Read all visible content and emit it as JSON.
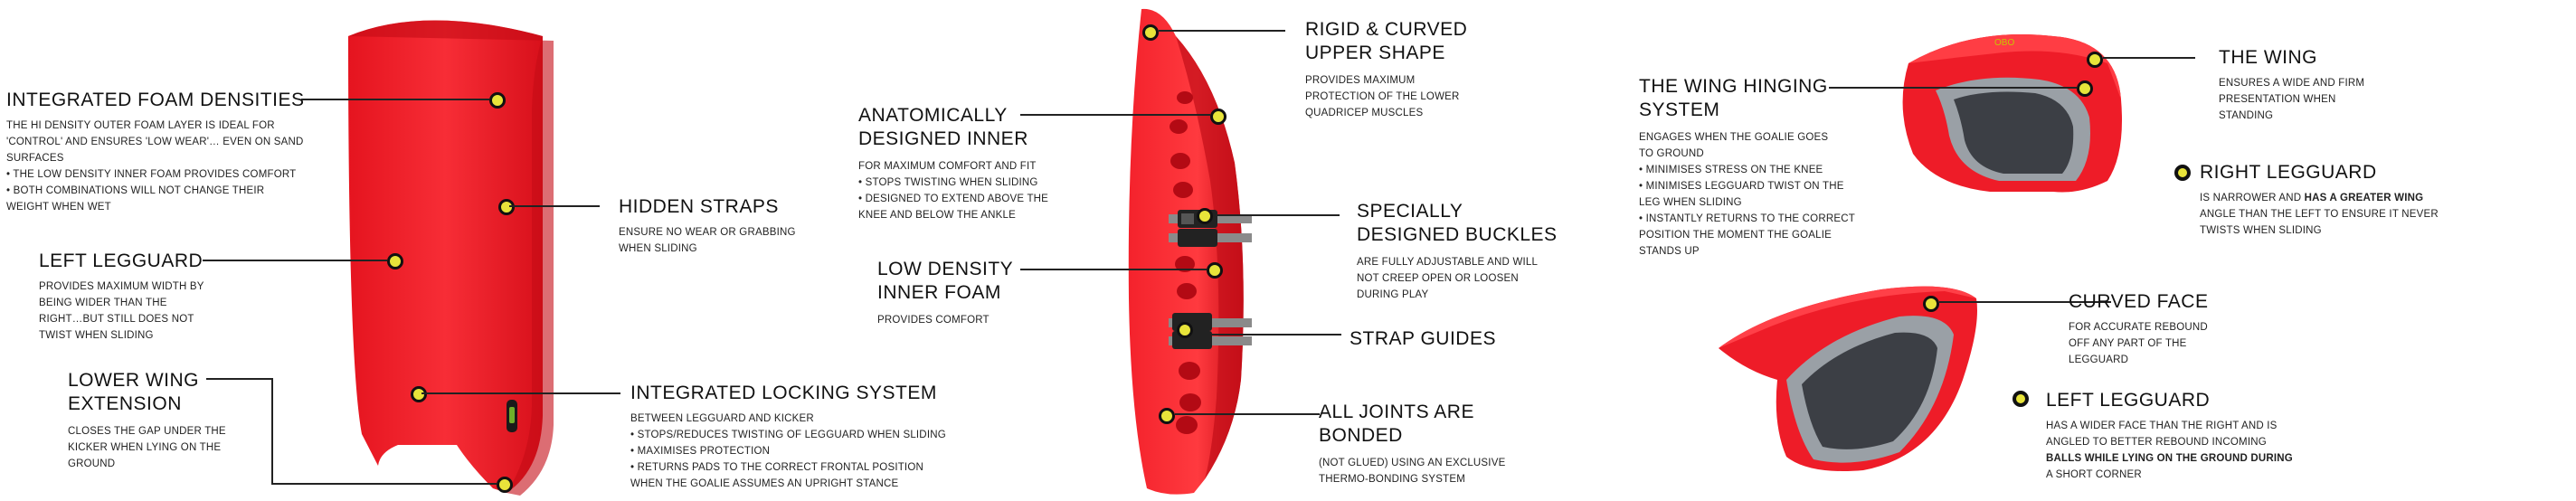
{
  "left_panel": {
    "foam_densities": {
      "title": "INTEGRATED FOAM DENSITIES",
      "lines": [
        "THE HI DENSITY OUTER FOAM LAYER IS IDEAL FOR",
        "'CONTROL' AND ENSURES 'LOW WEAR'… EVEN ON SAND",
        "SURFACES",
        "• THE LOW DENSITY INNER FOAM PROVIDES COMFORT",
        "• BOTH COMBINATIONS WILL NOT CHANGE THEIR",
        "WEIGHT  WHEN WET"
      ]
    },
    "hidden_straps": {
      "title": "HIDDEN STRAPS",
      "lines": [
        "ENSURE NO WEAR OR GRABBING",
        "WHEN SLIDING"
      ]
    },
    "left_legguard": {
      "title": "LEFT LEGGUARD",
      "lines": [
        "PROVIDES MAXIMUM WIDTH BY",
        "BEING WIDER THAN THE",
        "RIGHT…BUT STILL DOES NOT",
        "TWIST WHEN SLIDING"
      ]
    },
    "lower_wing": {
      "title_lines": [
        "LOWER WING",
        "EXTENSION"
      ],
      "lines": [
        "CLOSES THE GAP UNDER THE",
        "KICKER WHEN LYING ON THE",
        "GROUND"
      ]
    },
    "locking_system": {
      "title": "INTEGRATED LOCKING SYSTEM",
      "lines": [
        "BETWEEN LEGGUARD AND KICKER",
        " • STOPS/REDUCES TWISTING OF LEGGUARD WHEN SLIDING",
        " • MAXIMISES PROTECTION",
        " • RETURNS PADS TO THE CORRECT FRONTAL POSITION",
        "WHEN THE GOALIE ASSUMES AN UPRIGHT STANCE"
      ]
    }
  },
  "middle_panel": {
    "upper_shape": {
      "title_lines": [
        "RIGID & CURVED",
        "UPPER SHAPE"
      ],
      "lines": [
        "PROVIDES MAXIMUM",
        "PROTECTION OF THE LOWER",
        "QUADRICEP MUSCLES"
      ]
    },
    "inner": {
      "title_lines": [
        "ANATOMICALLY",
        "DESIGNED INNER"
      ],
      "lines": [
        "FOR MAXIMUM COMFORT AND FIT",
        " • STOPS TWISTING WHEN SLIDING",
        " • DESIGNED TO EXTEND ABOVE THE",
        "KNEE AND BELOW THE ANKLE"
      ]
    },
    "buckles": {
      "title_lines": [
        "SPECIALLY",
        "DESIGNED BUCKLES"
      ],
      "lines": [
        "ARE FULLY ADJUSTABLE AND WILL",
        "NOT CREEP OPEN OR LOOSEN",
        "DURING PLAY"
      ]
    },
    "inner_foam": {
      "title_lines": [
        "LOW DENSITY",
        "INNER FOAM"
      ],
      "lines": [
        "PROVIDES COMFORT"
      ]
    },
    "strap_guides": {
      "title": "STRAP GUIDES"
    },
    "joints": {
      "title_lines": [
        "ALL JOINTS ARE",
        "BONDED"
      ],
      "lines": [
        "(NOT GLUED) USING AN EXCLUSIVE",
        "THERMO-BONDING SYSTEM"
      ]
    }
  },
  "right_panel": {
    "wing_hinging": {
      "title_lines": [
        "THE WING HINGING",
        "SYSTEM"
      ],
      "lines": [
        "ENGAGES WHEN THE GOALIE GOES",
        "TO GROUND",
        " • MINIMISES STRESS ON THE KNEE",
        " • MINIMISES LEGGUARD TWIST ON THE",
        "LEG WHEN SLIDING",
        " • INSTANTLY RETURNS TO THE CORRECT",
        "POSITION THE MOMENT THE GOALIE",
        "STANDS UP"
      ]
    },
    "the_wing": {
      "title": "THE WING",
      "lines": [
        "ENSURES A WIDE AND FIRM",
        "PRESENTATION WHEN",
        "STANDING"
      ]
    },
    "right_legguard": {
      "title": "RIGHT LEGGUARD",
      "line1_pre": "IS NARROWER AND ",
      "line1_bold": "HAS A GREATER WING",
      "lines": [
        "ANGLE THAN THE LEFT TO ENSURE IT NEVER",
        "TWISTS WHEN SLIDING"
      ]
    },
    "curved_face": {
      "title": "CURVED FACE",
      "lines": [
        "FOR ACCURATE REBOUND",
        "OFF ANY PART OF THE",
        "LEGGUARD"
      ]
    },
    "left_legguard": {
      "title": "LEFT LEGGUARD",
      "lines": [
        "HAS A WIDER FACE THAN THE RIGHT AND IS",
        "ANGLED TO BETTER REBOUND INCOMING"
      ],
      "bold_line": "BALLS WHILE LYING ON THE GROUND DURING",
      "last_line": "A SHORT CORNER"
    }
  },
  "colors": {
    "product_red": "#f01e2b",
    "dot_yellow": "#e8e43a",
    "text": "#111111"
  }
}
